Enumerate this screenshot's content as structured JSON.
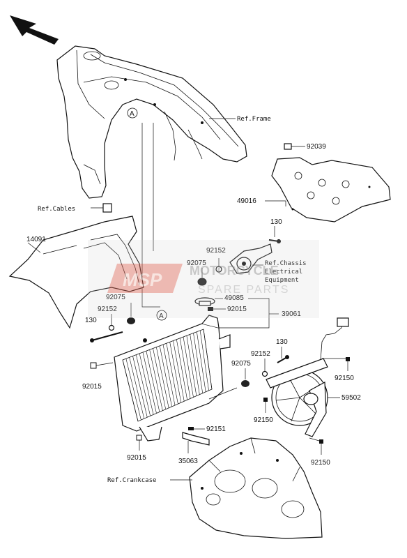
{
  "watermark": {
    "logo_text": "MSP",
    "brand_line1": "MOTORCYCLE",
    "brand_line2": "SPARE PARTS"
  },
  "refs": {
    "frame": "Ref.Frame",
    "cables": "Ref.Cables",
    "chassis_line1": "Ref.Chassis",
    "chassis_line2": "Electrical",
    "chassis_line3": "Equipment",
    "crankcase": "Ref.Crankcase"
  },
  "markers": {
    "a": "A"
  },
  "parts": {
    "p92039": "92039",
    "p49016": "49016",
    "p14091": "14091",
    "p130_top": "130",
    "p92152_top": "92152",
    "p92075_top": "92075",
    "p49085": "49085",
    "p92015_cap": "92015",
    "p39061": "39061",
    "p92075_left": "92075",
    "p92152_left": "92152",
    "p130_left": "130",
    "p92015_left": "92015",
    "p130_right": "130",
    "p92152_right": "92152",
    "p92075_right": "92075",
    "p92150_a": "92150",
    "p59502": "59502",
    "p92150_b": "92150",
    "p92151": "92151",
    "p92015_bottom": "92015",
    "p35063": "35063",
    "p92150_c": "92150"
  },
  "colors": {
    "line": "#111111",
    "watermark": "#c9c9c9",
    "watermark_logo": "#d85a4a"
  }
}
